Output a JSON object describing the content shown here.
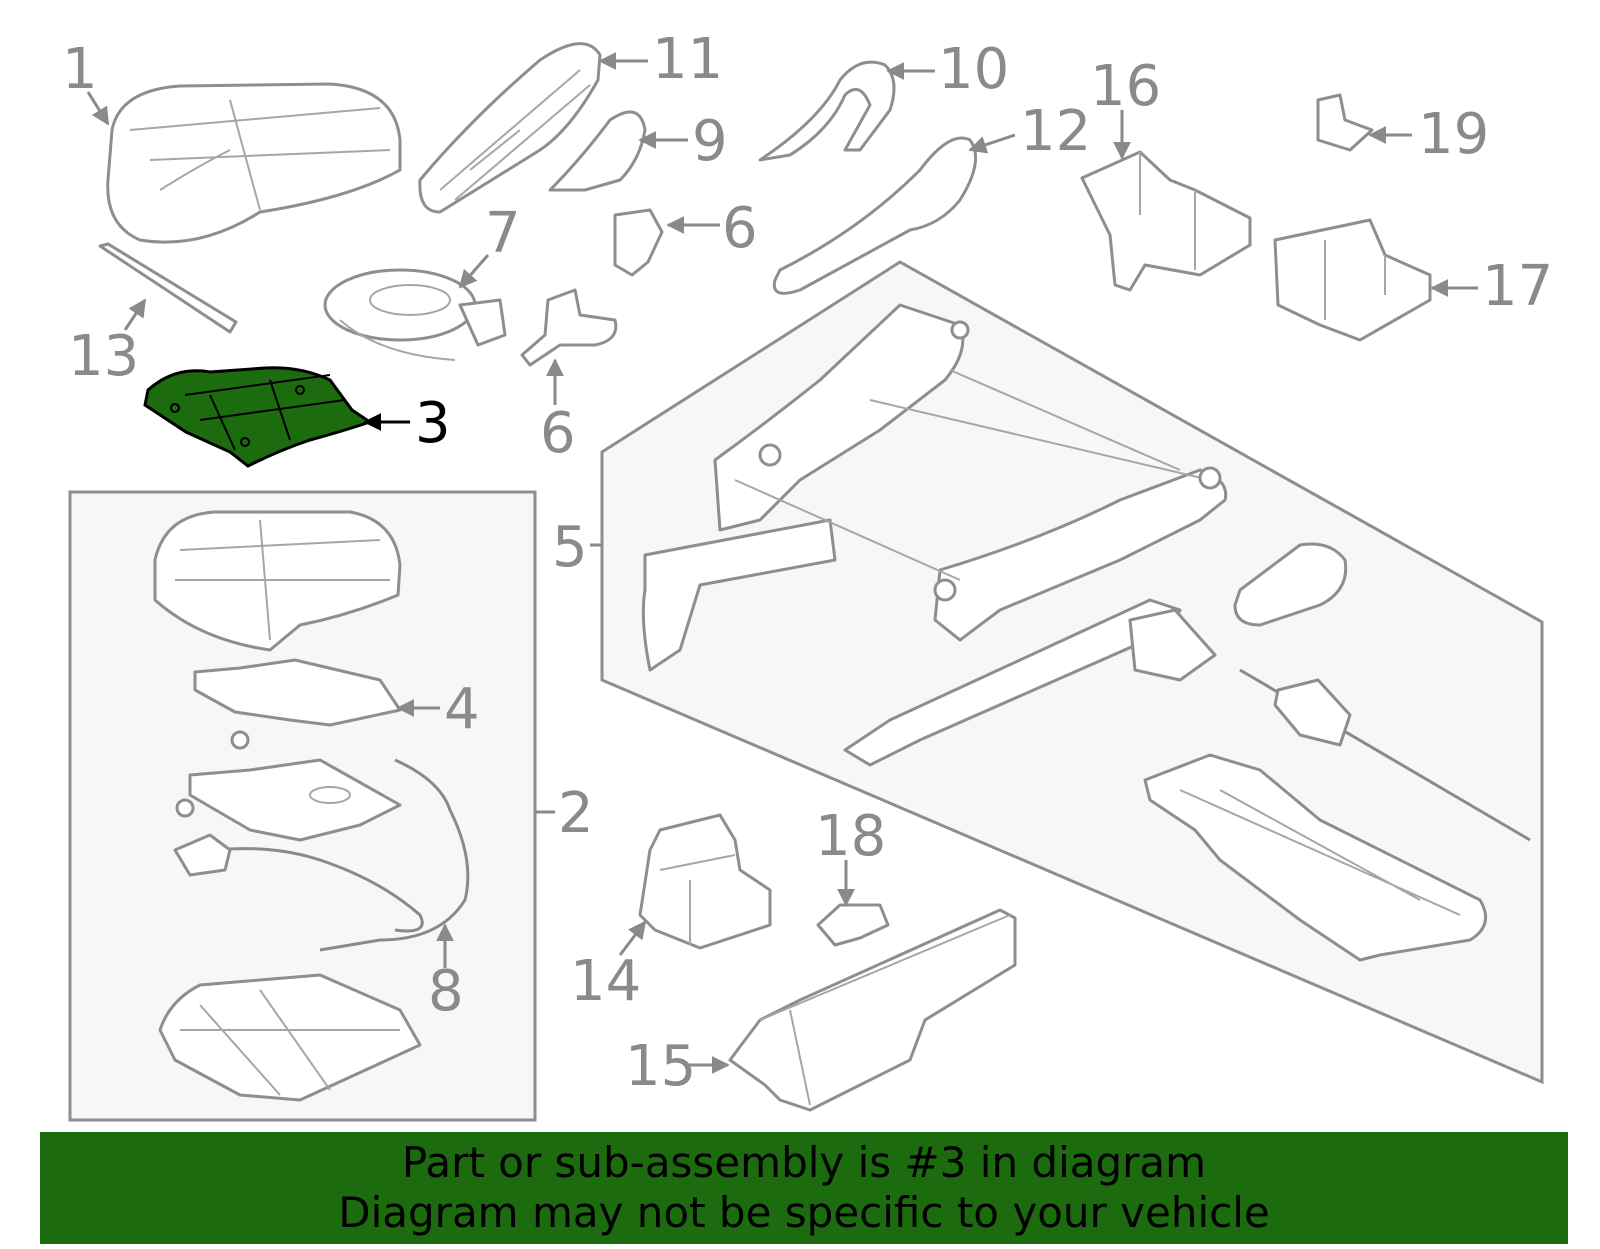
{
  "diagram": {
    "callouts": {
      "c1": "1",
      "c2": "2",
      "c3": "3",
      "c4": "4",
      "c5": "5",
      "c6a": "6",
      "c6b": "6",
      "c7": "7",
      "c8": "8",
      "c9": "9",
      "c10": "10",
      "c11": "11",
      "c12": "12",
      "c13": "13",
      "c14": "14",
      "c15": "15",
      "c16": "16",
      "c17": "17",
      "c18": "18",
      "c19": "19"
    },
    "highlighted_part": "3",
    "colors": {
      "highlight": "#1c6b0e",
      "line": "#8e8e8e",
      "box_fill": "#f7f7f7"
    }
  },
  "banner": {
    "line1": "Part or sub-assembly is #3 in diagram",
    "line2": "Diagram may not be specific to your vehicle"
  }
}
